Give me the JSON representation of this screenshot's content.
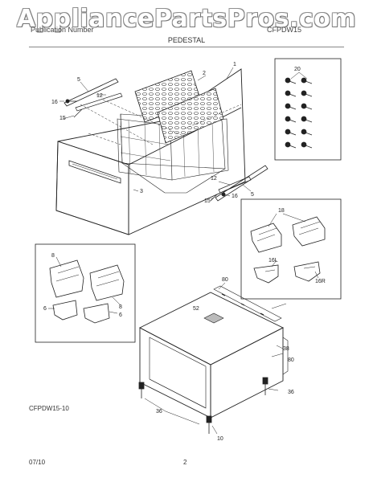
{
  "watermark": "AppliancePartsPros.com",
  "header": {
    "left": "Publication Number",
    "right": "CFPDW15",
    "title": "PEDESTAL"
  },
  "callouts": {
    "c1": "1",
    "c2": "2",
    "c3": "3",
    "c5a": "5",
    "c5b": "5",
    "c12a": "12",
    "c12b": "12",
    "c15a": "15",
    "c15b": "15",
    "c16a": "16",
    "c16b": "16",
    "c20": "20",
    "c18": "18",
    "c16l": "16L",
    "c16r": "16R",
    "c8": "8",
    "c6a": "6",
    "c6b": "6",
    "c8b": "8",
    "c80a": "80",
    "c80b": "80",
    "c52": "52",
    "c38": "38",
    "c36a": "36",
    "c36b": "36",
    "c10": "10"
  },
  "footer": {
    "code": "CFPDW15-10",
    "date": "07/10",
    "page": "2"
  }
}
